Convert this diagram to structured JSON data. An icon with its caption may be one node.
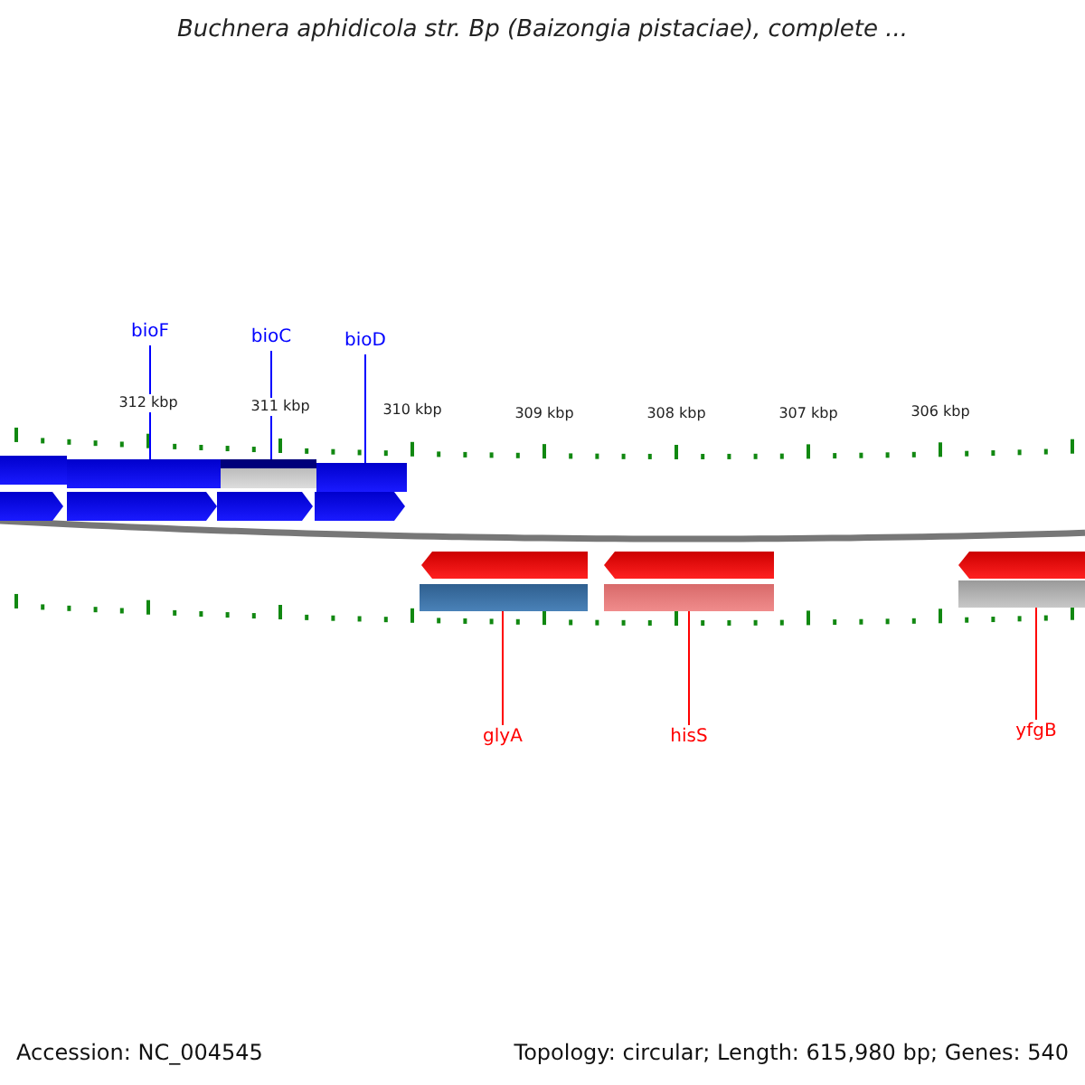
{
  "diagram": {
    "title": "Buchnera aphidicola str. Bp (Baizongia pistaciae), complete ...",
    "nodes": [
      {
        "text": [
          "bioF"
        ]
      },
      {
        "text": [
          "bioC"
        ]
      },
      {
        "text": [
          "bioD"
        ]
      },
      {
        "text": [],
        "shape": "bar"
      },
      {
        "text": [],
        "shape": "bar"
      },
      {
        "text": [],
        "shape": "bar"
      },
      {
        "text": [],
        "shape": "bar"
      },
      {
        "text": [],
        "shape": "bar"
      },
      {
        "text": [],
        "shape": "bar"
      },
      {
        "text": [
          "glyA"
        ]
      },
      {
        "text": [
          "hisS"
        ]
      },
      {
        "text": [
          "yfgB"
        ]
      }
    ],
    "edges": [
      {
        "from": 0,
        "to": 3,
        "arrow": "none",
        "color": "#0000ff"
      },
      {
        "from": 1,
        "to": 4,
        "arrow": "none",
        "color": "#0000ff"
      },
      {
        "from": 2,
        "to": 5,
        "arrow": "none",
        "color": "#0000ff"
      },
      {
        "from": 9,
        "to": 6,
        "arrow": "none",
        "color": "#ff0000"
      },
      {
        "from": 10,
        "to": 7,
        "arrow": "none",
        "color": "#ff0000"
      },
      {
        "from": 11,
        "to": 8,
        "arrow": "none",
        "color": "#ff0000"
      }
    ],
    "labels": [
      "312 kbp",
      "311 kbp",
      "310 kbp",
      "309 kbp",
      "308 kbp",
      "307 kbp",
      "306 kbp",
      "Accession: NC_004545",
      "Topology: circular; Length: 615,980 bp; Genes: 540"
    ]
  }
}
